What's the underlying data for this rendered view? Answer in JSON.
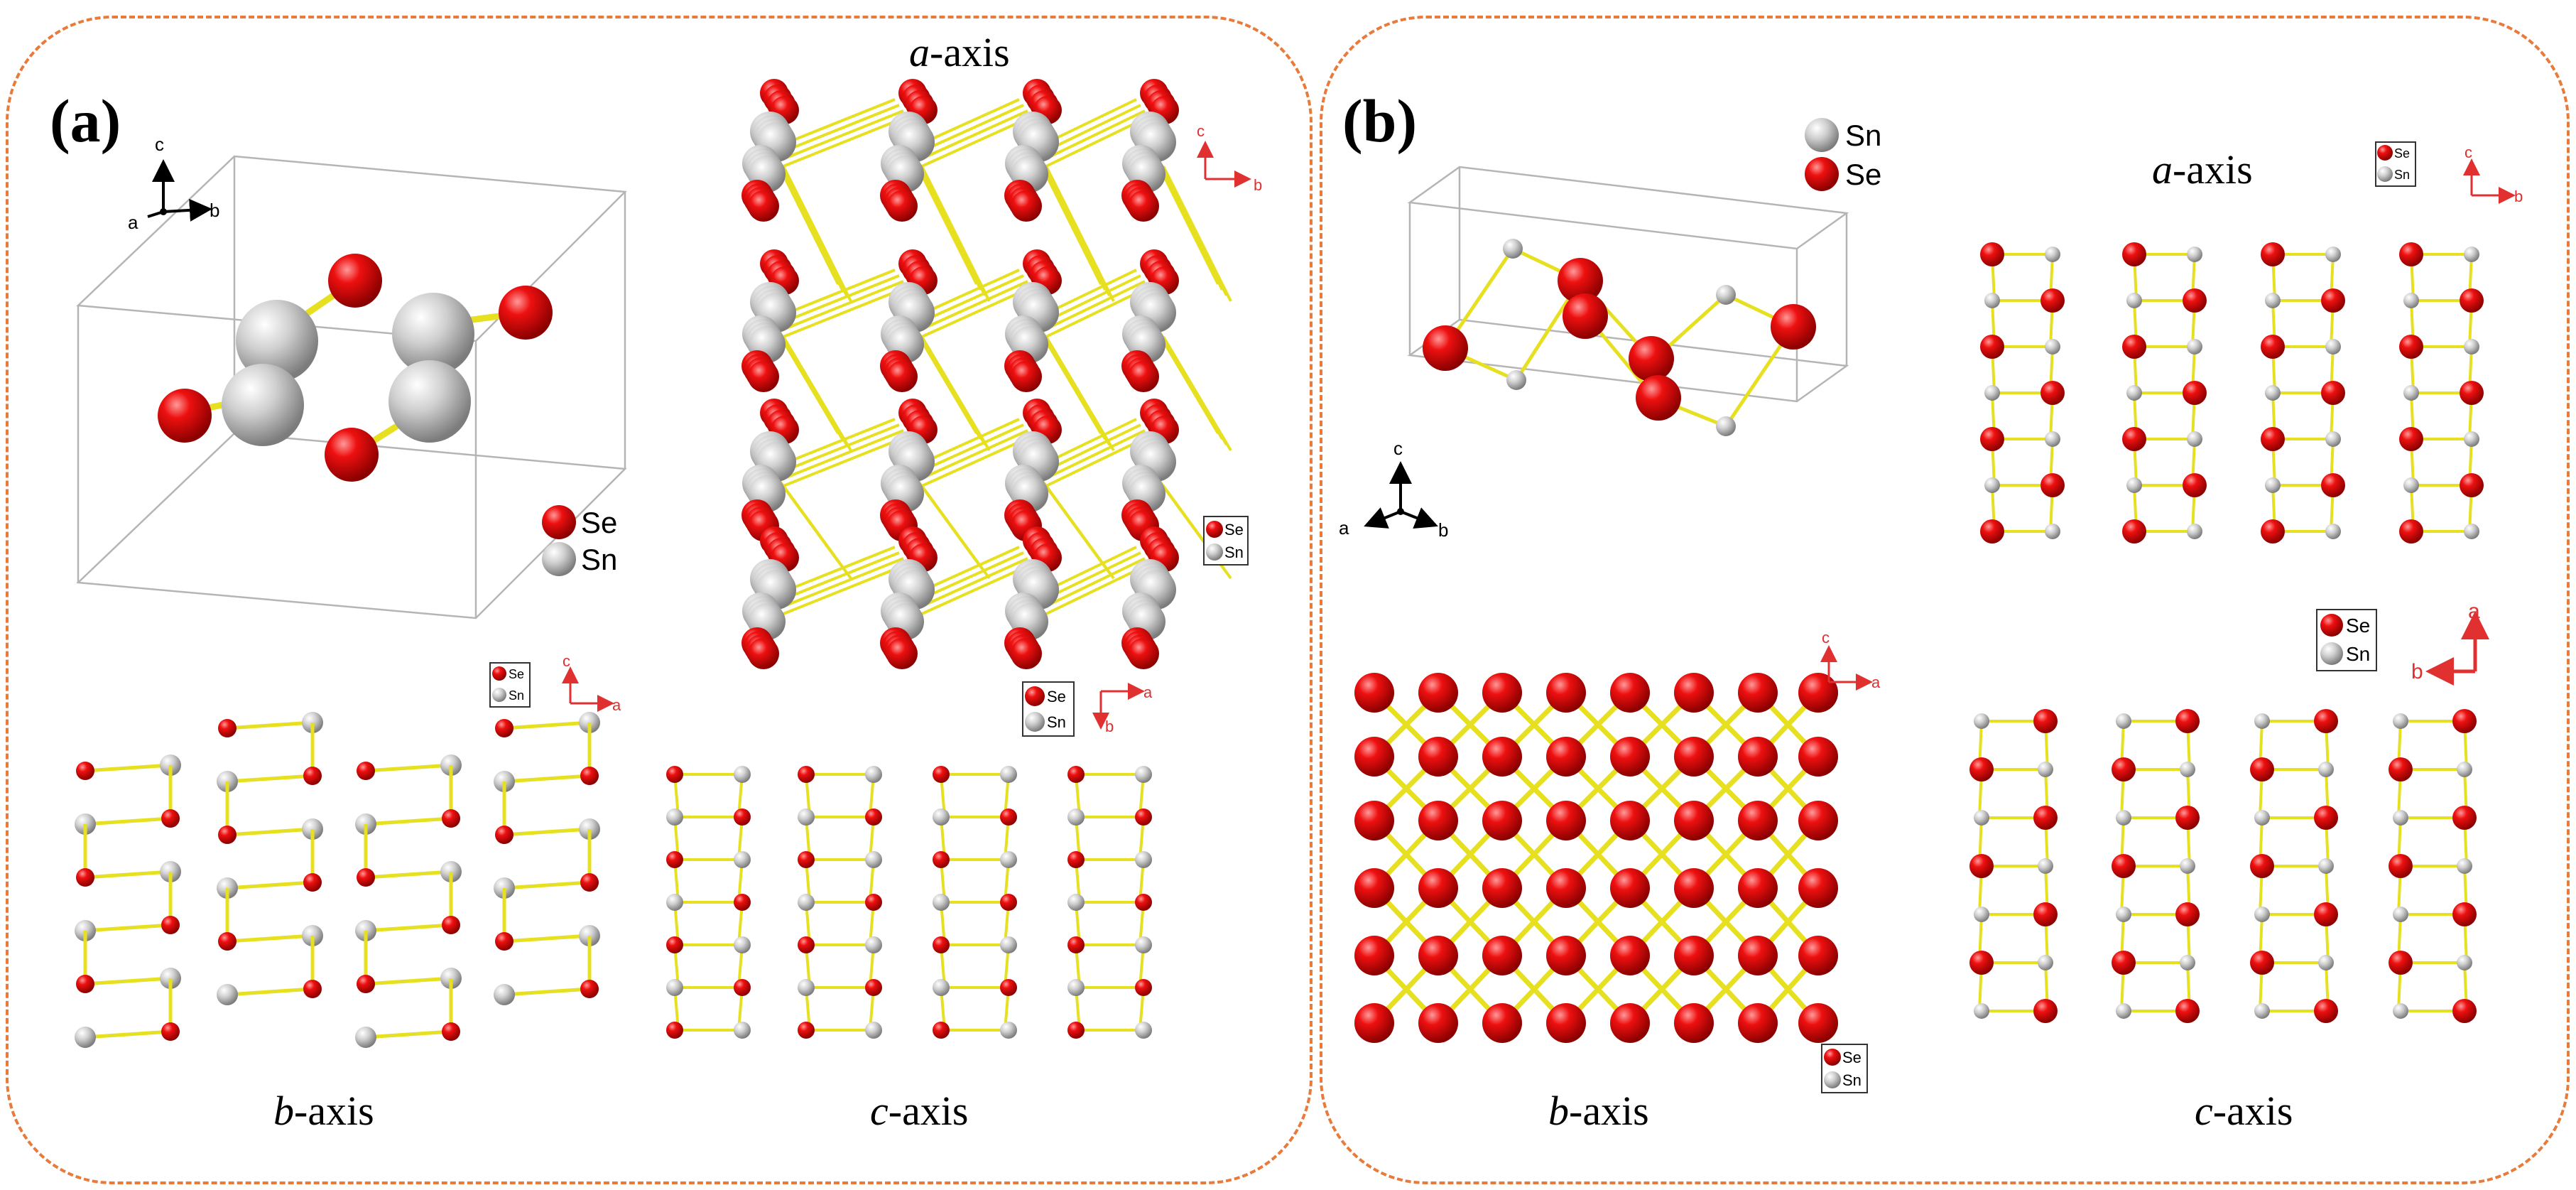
{
  "panels": {
    "a": {
      "label": "(a)",
      "legend": [
        "Se",
        "Sn"
      ],
      "cell_axes": [
        "c",
        "a",
        "b"
      ],
      "views": {
        "a_axis": {
          "prefix": "a",
          "suffix": "-axis",
          "axes": [
            "c",
            "b"
          ],
          "legend": [
            "Se",
            "Sn"
          ]
        },
        "b_axis": {
          "prefix": "b",
          "suffix": "-axis",
          "axes": [
            "c",
            "a"
          ],
          "legend": [
            "Se",
            "Sn"
          ]
        },
        "c_axis": {
          "prefix": "c",
          "suffix": "-axis",
          "axes": [
            "a",
            "b"
          ],
          "legend": [
            "Se",
            "Sn"
          ]
        }
      }
    },
    "b": {
      "label": "(b)",
      "legend": [
        "Sn",
        "Se"
      ],
      "cell_axes": [
        "c",
        "a",
        "b"
      ],
      "views": {
        "a_axis": {
          "prefix": "a",
          "suffix": "-axis",
          "axes": [
            "c",
            "b"
          ],
          "legend": [
            "Se",
            "Sn"
          ]
        },
        "b_axis": {
          "prefix": "b",
          "suffix": "-axis",
          "axes": [
            "c",
            "a"
          ],
          "legend": [
            "Se",
            "Sn"
          ]
        },
        "c_axis": {
          "prefix": "c",
          "suffix": "-axis",
          "axes": [
            "a",
            "b"
          ],
          "legend": [
            "Se",
            "Sn"
          ]
        }
      }
    }
  },
  "colors": {
    "border": "#e87a3a",
    "se": "#e01010",
    "sn": "#c8c8c8",
    "bond": "#e6e020",
    "axis_red": "#e03030"
  }
}
